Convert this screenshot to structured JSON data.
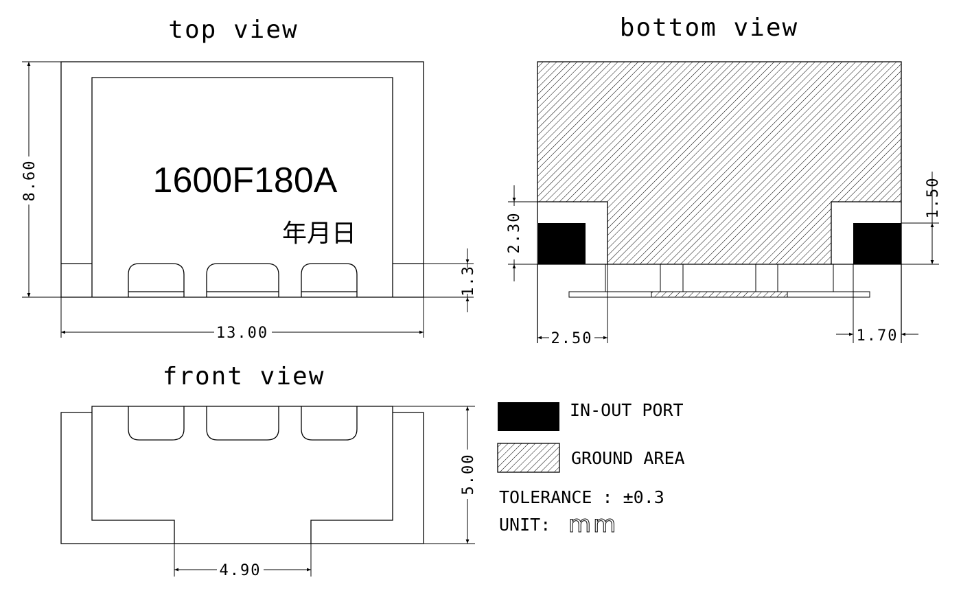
{
  "views": {
    "top": {
      "title": "top view",
      "part_marking": "1600F180A",
      "date_code": "年月日"
    },
    "bottom": {
      "title": "bottom view"
    },
    "front": {
      "title": "front view"
    }
  },
  "dimensions": {
    "top_height": "8.60",
    "top_width": "13.00",
    "top_step": "1.3",
    "bottom_pad_height": "2.30",
    "bottom_port_height": "1.50",
    "bottom_left_width": "2.50",
    "bottom_right_width": "1.70",
    "front_height": "5.00",
    "front_bottom_width": "4.90"
  },
  "legend": {
    "port_label": "IN-OUT PORT",
    "ground_label": "GROUND AREA",
    "tolerance_label": "TOLERANCE : ±0.3",
    "unit_label": "UNIT:",
    "unit_value": "mm"
  },
  "colors": {
    "line": "#000000",
    "port_fill": "#000000",
    "background": "#ffffff"
  }
}
